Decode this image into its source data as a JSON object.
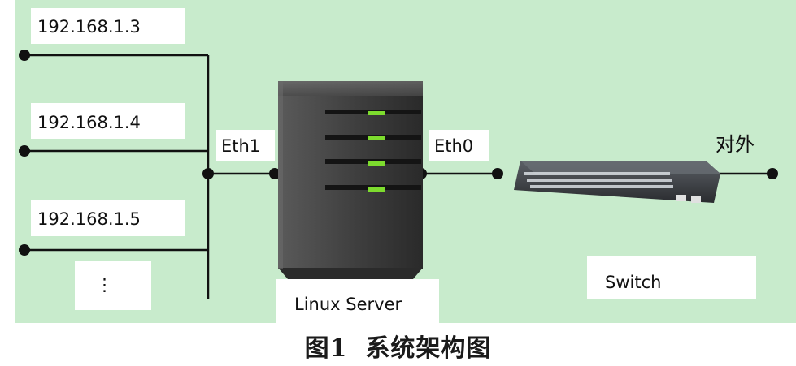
{
  "colors": {
    "background": "#c8ebcc",
    "label_box": "#ffffff",
    "line": "#111111",
    "server_body": "#4a4a4a",
    "led": "#7ddc2e",
    "switch_body": "#3a3d40"
  },
  "hosts": [
    {
      "ip": "192.168.1.3"
    },
    {
      "ip": "192.168.1.4"
    },
    {
      "ip": "192.168.1.5"
    }
  ],
  "more_hosts_symbol": "⋮",
  "server": {
    "name": "Linux Server",
    "eth_inner": "Eth1",
    "eth_outer": "Eth0"
  },
  "switch": {
    "name": "Switch",
    "external_label": "对外"
  },
  "caption": {
    "number": "图1",
    "title": "系统架构图"
  }
}
